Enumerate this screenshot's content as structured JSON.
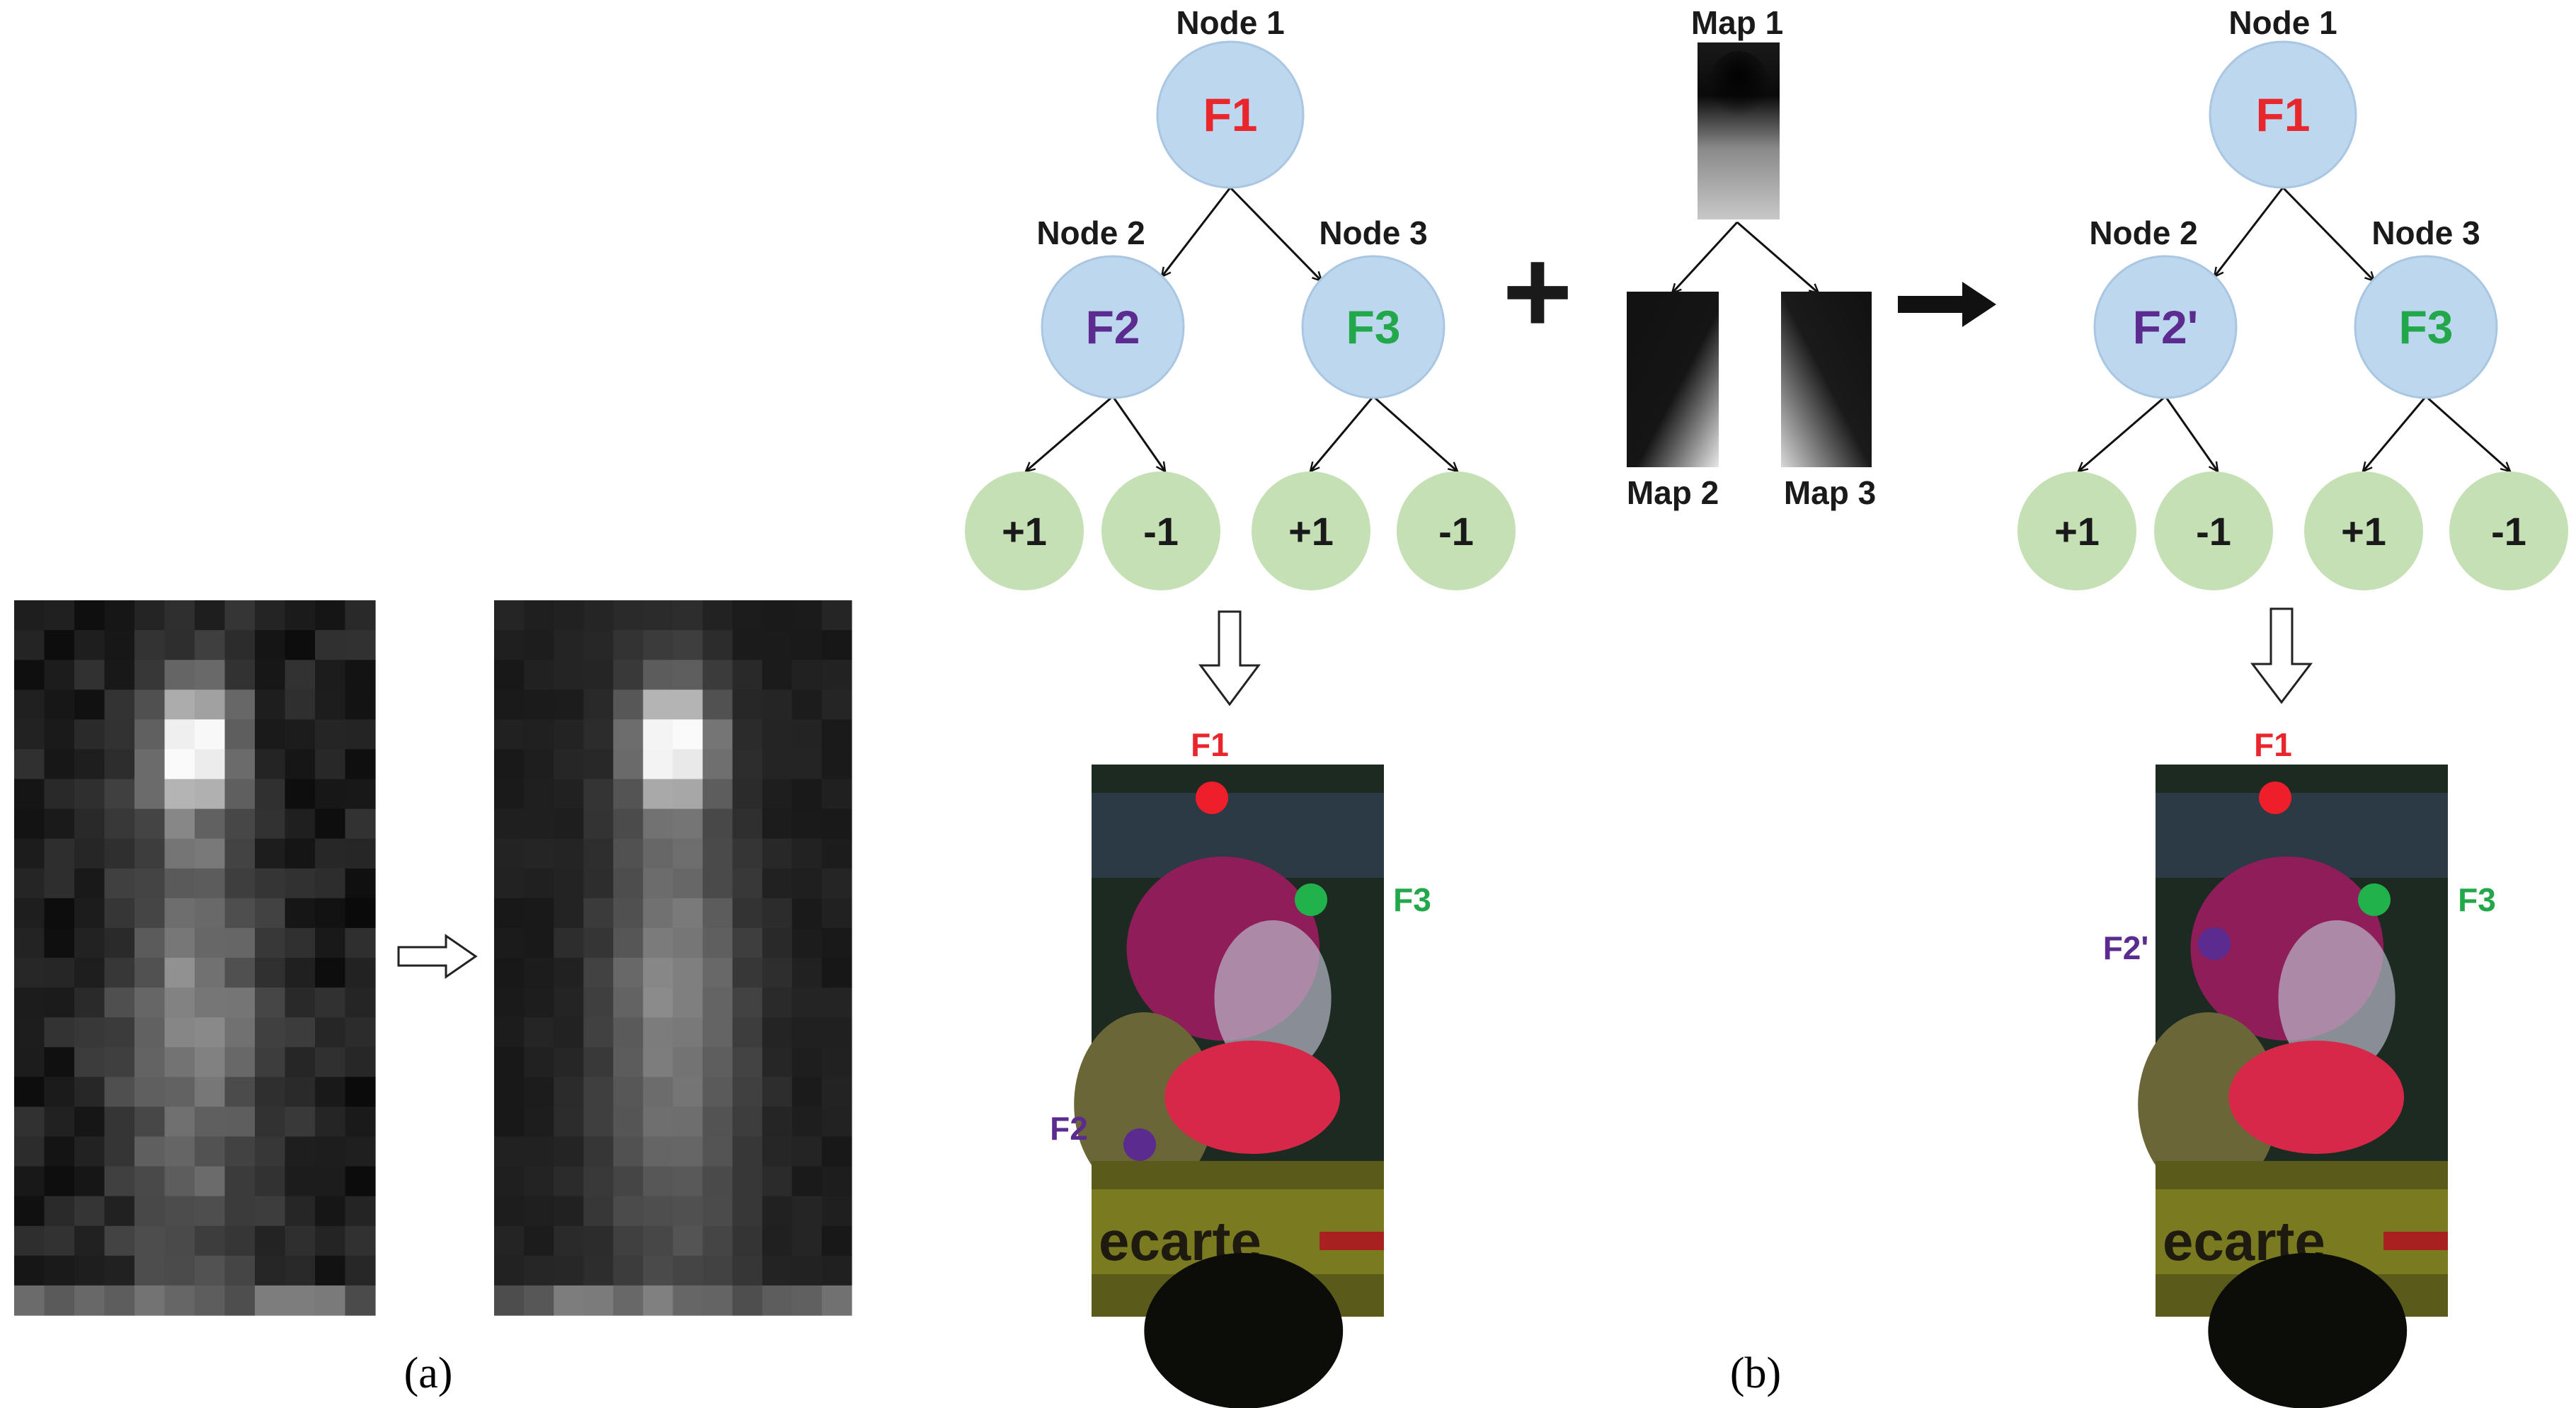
{
  "panel_a": {
    "caption": "(a)",
    "transition_arrow": "hollow-right-arrow"
  },
  "panel_b": {
    "caption": "(b)",
    "plus_sign": "+",
    "tree_left": {
      "root": {
        "title": "Node 1",
        "label": "F1"
      },
      "left": {
        "title": "Node 2",
        "label": "F2"
      },
      "right": {
        "title": "Node 3",
        "label": "F3"
      },
      "leaves": [
        "+1",
        "-1",
        "+1",
        "-1"
      ]
    },
    "tree_right": {
      "root": {
        "title": "Node 1",
        "label": "F1"
      },
      "left": {
        "title": "Node 2",
        "label": "F2'"
      },
      "right": {
        "title": "Node 3",
        "label": "F3"
      },
      "leaves": [
        "+1",
        "-1",
        "+1",
        "-1"
      ]
    },
    "maps": {
      "top": "Map 1",
      "left": "Map 2",
      "right": "Map 3"
    },
    "photo_left": {
      "f1": "F1",
      "f2": "F2",
      "f3": "F3",
      "sign_text": "ecarte"
    },
    "photo_right": {
      "f1": "F1",
      "f2": "F2'",
      "f3": "F3",
      "sign_text": "ecarte"
    }
  },
  "colors": {
    "f1": "#e8262b",
    "f2": "#5b2b8f",
    "f3": "#22a84a",
    "node_fill": "#bdd7ee",
    "leaf_fill": "#c5e0b4"
  }
}
